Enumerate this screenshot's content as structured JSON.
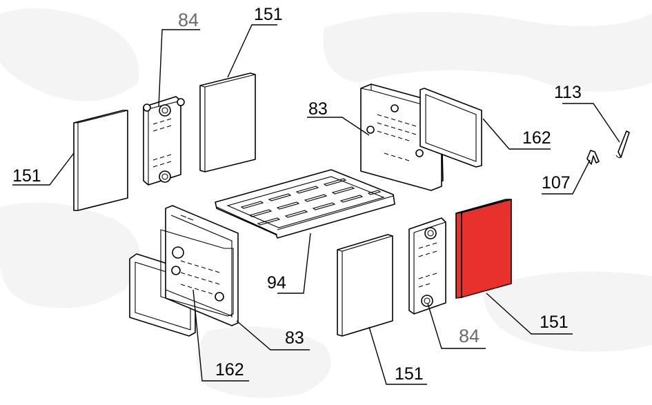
{
  "callouts": {
    "c151_left": "151",
    "c84_top": "84",
    "c151_top": "151",
    "c83_top": "83",
    "c162_right": "162",
    "c113": "113",
    "c107": "107",
    "c94": "94",
    "c83_bottom": "83",
    "c162_bottom": "162",
    "c151_bottom": "151",
    "c84_bottom": "84",
    "c151_right": "151"
  },
  "colors": {
    "highlight_part": "#e8302d",
    "callout_grey": "#6b6b6b",
    "line": "#000000"
  }
}
